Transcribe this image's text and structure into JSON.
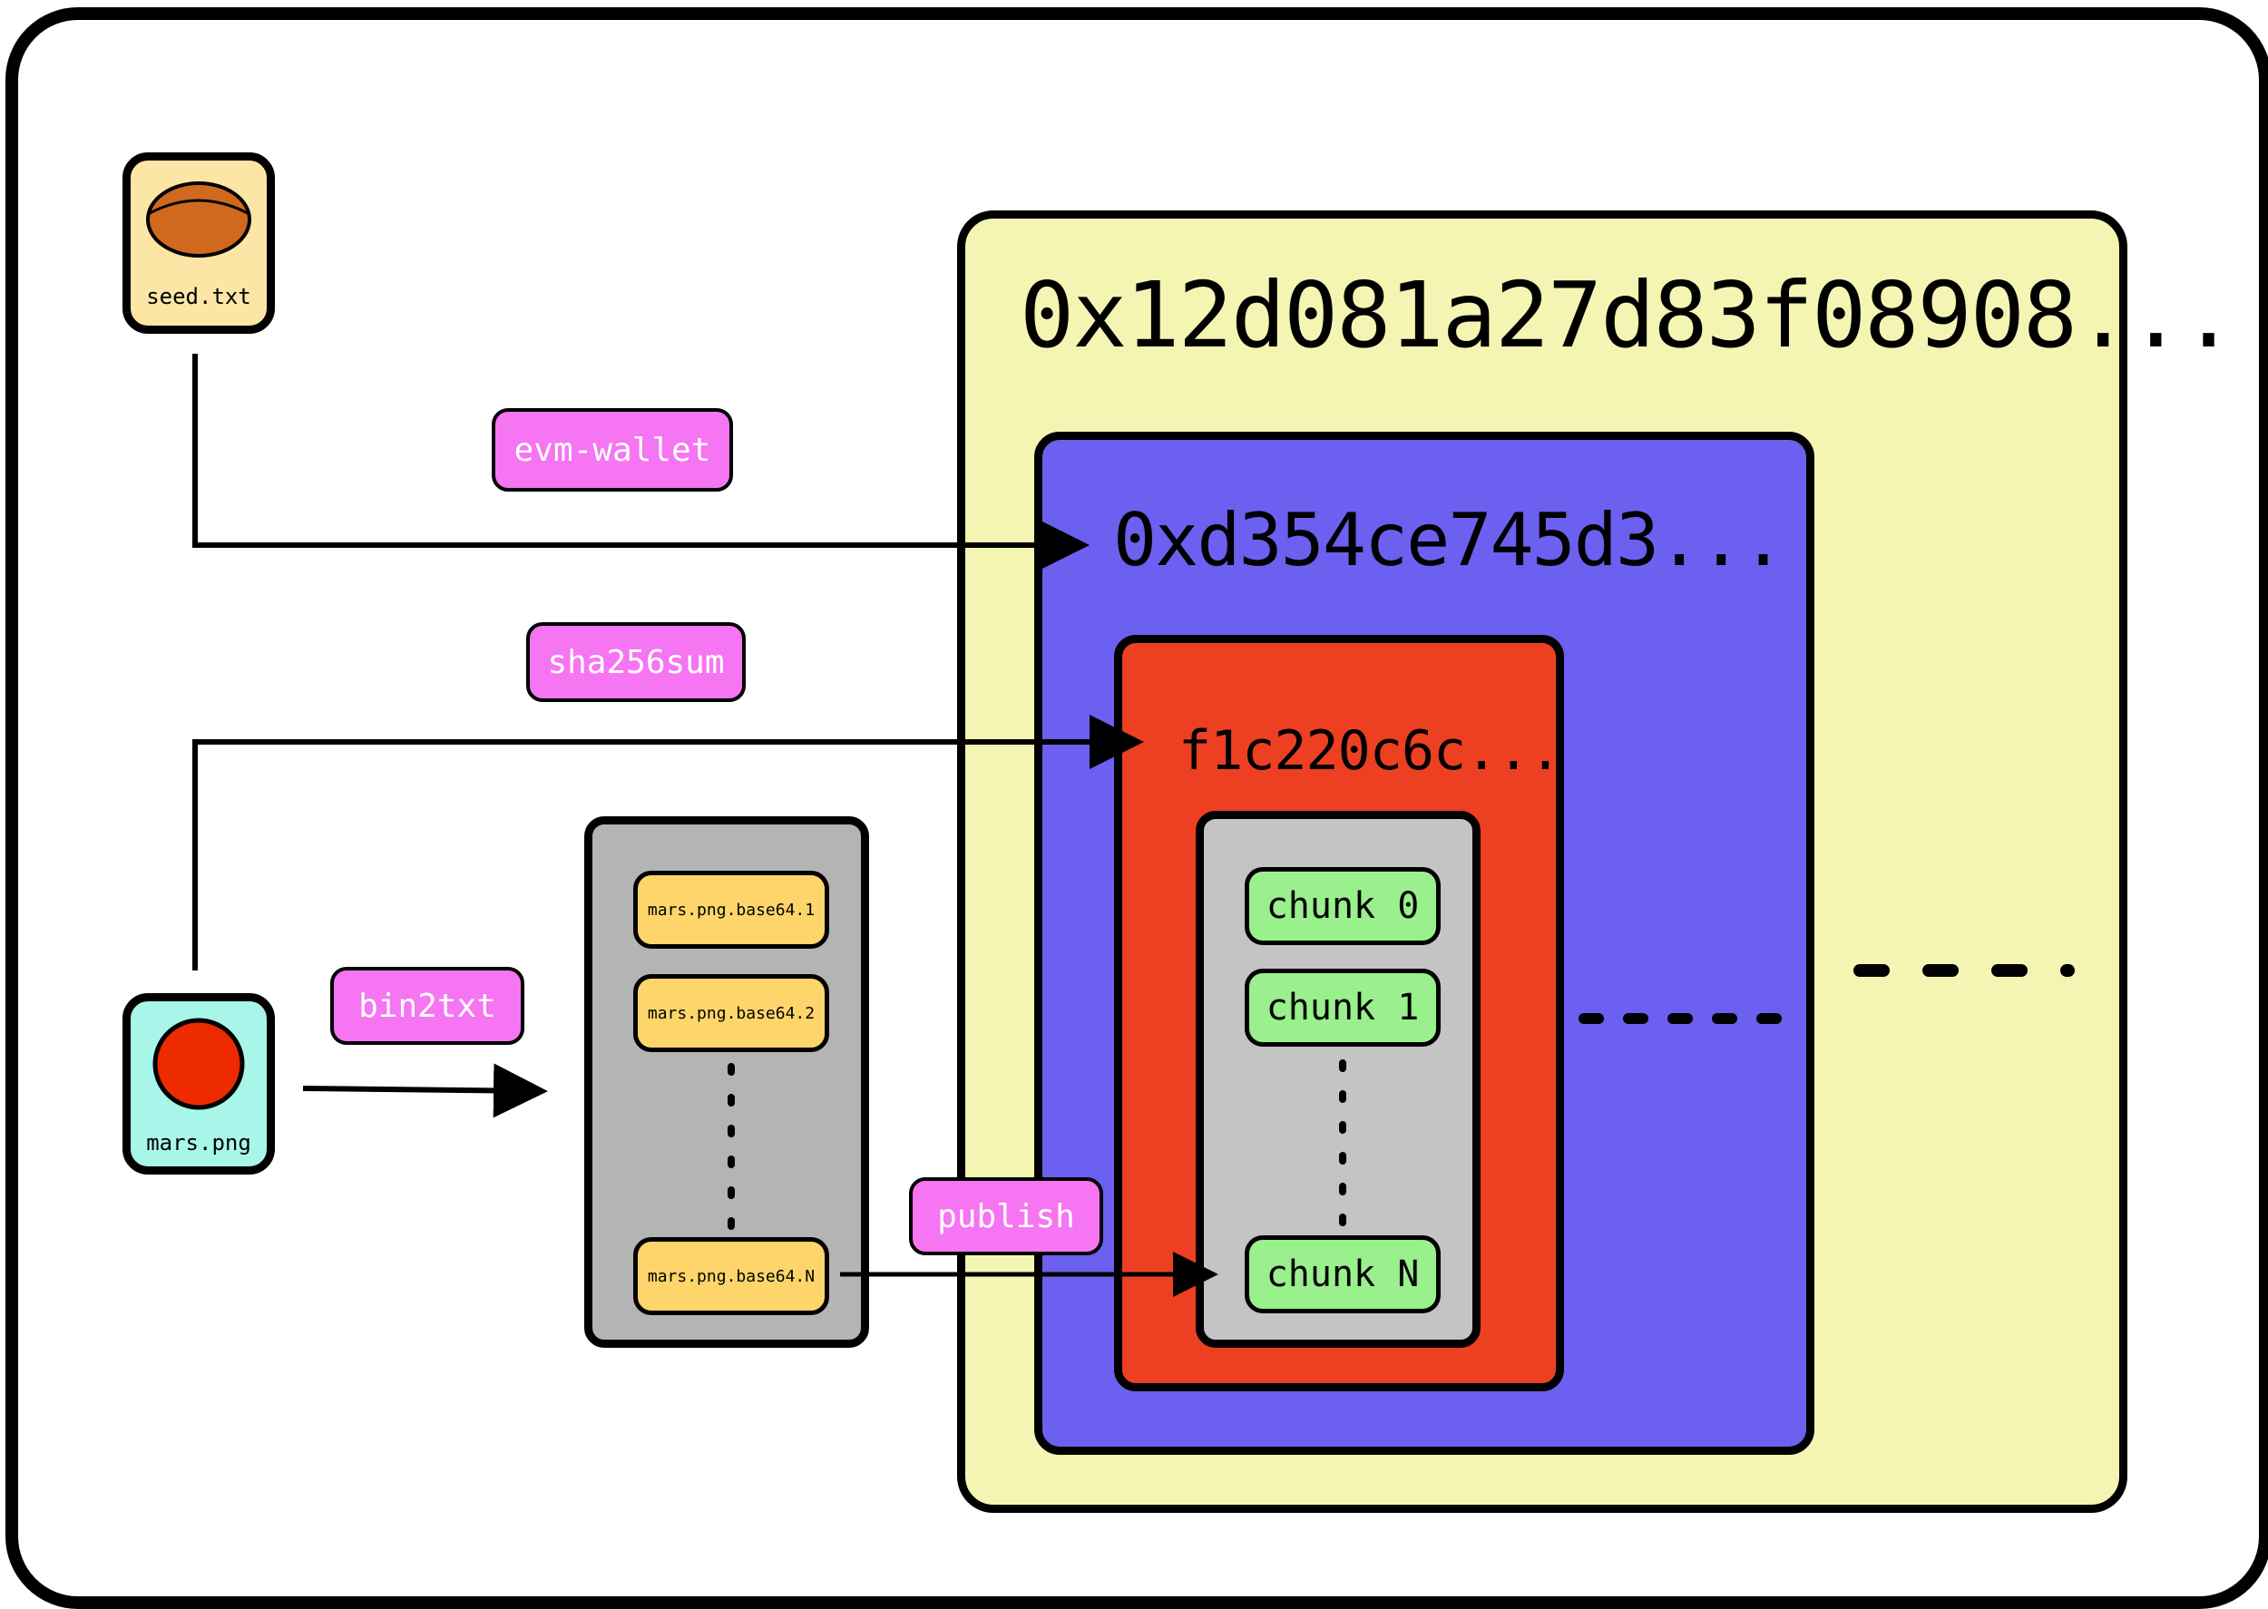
{
  "files": {
    "seed": {
      "label": "seed.txt",
      "icon": "cylinder-icon"
    },
    "mars": {
      "label": "mars.png",
      "icon": "red-circle-icon"
    }
  },
  "operations": {
    "evm_wallet": "evm-wallet",
    "sha256sum": "sha256sum",
    "bin2txt": "bin2txt",
    "publish": "publish"
  },
  "containers": {
    "outer_address": "0x12d081a27d83f08908...",
    "wallet_address": "0xd354ce745d3...",
    "hash": "f1c220c6c..."
  },
  "base64_files": [
    "mars.png.base64.1",
    "mars.png.base64.2",
    "mars.png.base64.N"
  ],
  "chunks": [
    "chunk 0",
    "chunk 1",
    "chunk N"
  ],
  "colors": {
    "outer": "#f4f5b3",
    "wallet": "#6b60ef",
    "hash": "#ed3f22",
    "chunks_panel": "#c4c4c4",
    "base64_panel": "#b4b4b4",
    "tag": "#f575f2",
    "seed_bg": "#fde5a6",
    "seed_icon": "#d0691e",
    "mars_bg": "#a8f5e9",
    "mars_icon": "#ee2a00",
    "file_pill": "#fdd56a",
    "chunk_pill": "#99f08c"
  }
}
